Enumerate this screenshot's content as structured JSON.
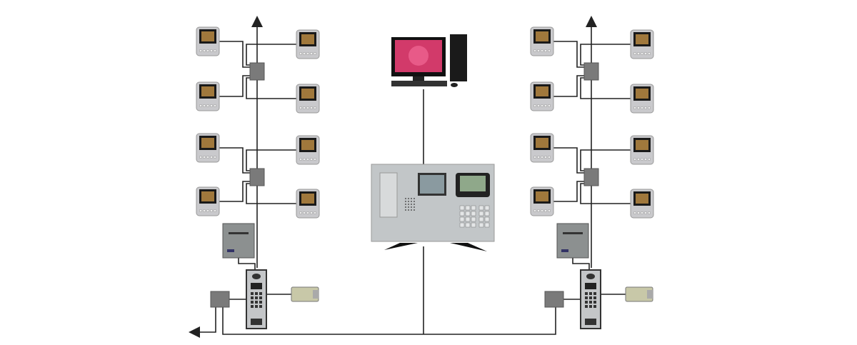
{
  "diagram": {
    "type": "video-intercom-system-topology",
    "groups": [
      {
        "id": "left-building",
        "indoor_monitors": 8,
        "distributors": 2,
        "power_supplies": 1,
        "door_stations": 1,
        "electric_locks": 1,
        "isolators": 1
      },
      {
        "id": "right-building",
        "indoor_monitors": 8,
        "distributors": 2,
        "power_supplies": 1,
        "door_stations": 1,
        "electric_locks": 1,
        "isolators": 1
      }
    ],
    "center": {
      "management_computer": 1,
      "guard_unit": 1
    }
  },
  "colors": {
    "wire": "#222222",
    "distributor": "#7a7a7a",
    "monitor_body": "#c9c9cc",
    "screen": "#1a1a1a",
    "panel": "#b8bcbf",
    "lcd": "#8fa88a",
    "flower": "#d23a6a"
  }
}
